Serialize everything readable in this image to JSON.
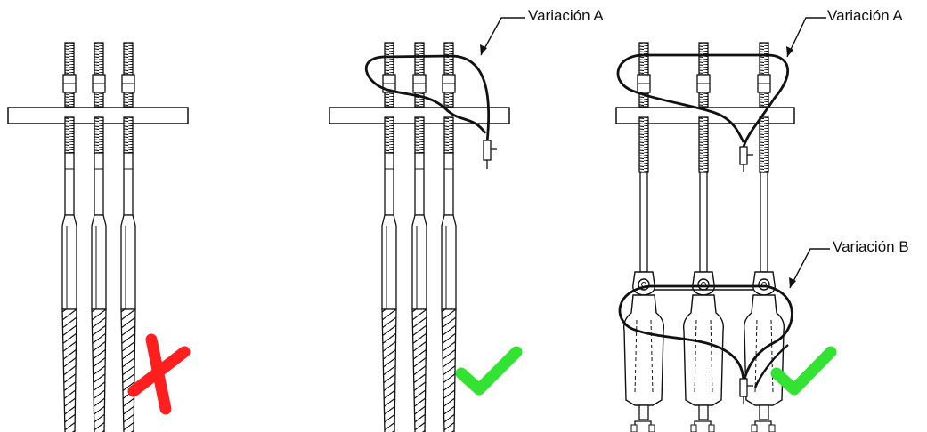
{
  "labels": {
    "variation_a_panel2": "Variación A",
    "variation_a_panel3": "Variación A",
    "variation_b_panel3": "Variación B"
  },
  "verdicts": [
    {
      "panel": "without-jumper",
      "mark": "cross-icon",
      "color": "#ff1f1f"
    },
    {
      "panel": "variation-a",
      "mark": "check-icon",
      "color": "#33e233"
    },
    {
      "panel": "variation-a-and-b",
      "mark": "check-icon",
      "color": "#33e233"
    }
  ],
  "colors": {
    "line": "#111111",
    "cross": "#ff1f1f",
    "check": "#33e233"
  }
}
